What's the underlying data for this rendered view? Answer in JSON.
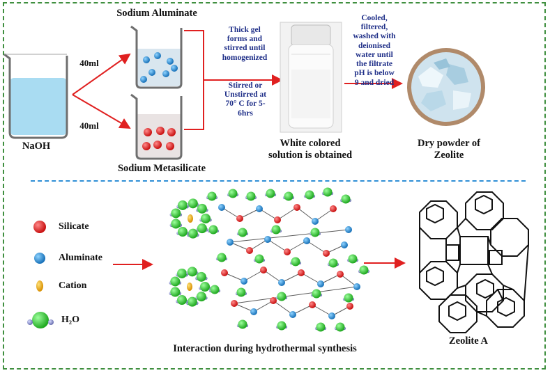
{
  "top": {
    "beaker_naoh_label": "NaOH",
    "aluminate_title": "Sodium Aluminate",
    "metasilicate_title": "Sodium Metasilicate",
    "vol_top": "40ml",
    "vol_bottom": "40ml",
    "step1": [
      "Thick gel",
      "forms and",
      "stirred until",
      "homogenized"
    ],
    "step2": [
      "Stirred or",
      "Unstirred at",
      "70° C for 5-",
      "6hrs"
    ],
    "white_solution": [
      "White colored",
      "solution is obtained"
    ],
    "step3": [
      "Cooled,",
      "filtered,",
      "washed with",
      "deionised",
      "water until",
      "the filtrate",
      "pH is  below",
      "9 and dried"
    ],
    "dry_powder": [
      "Dry powder of",
      "Zeolite"
    ]
  },
  "legend": {
    "silicate": "Silicate",
    "aluminate": "Aluminate",
    "cation": "Cation",
    "h2o": "H₂O"
  },
  "bottom": {
    "interaction_caption": "Interaction during hydrothermal synthesis",
    "zeolite_caption": "Zeolite A"
  },
  "colors": {
    "frame": "#3f8f3f",
    "separator": "#2f8fd6",
    "arrow": "#e02020",
    "silicate": "#e02020",
    "aluminate": "#1f8fd8",
    "cation": "#e8a800",
    "water": "#33cc33",
    "hydrogen": "#8a8fc8",
    "step_text": "#1f2f88"
  }
}
